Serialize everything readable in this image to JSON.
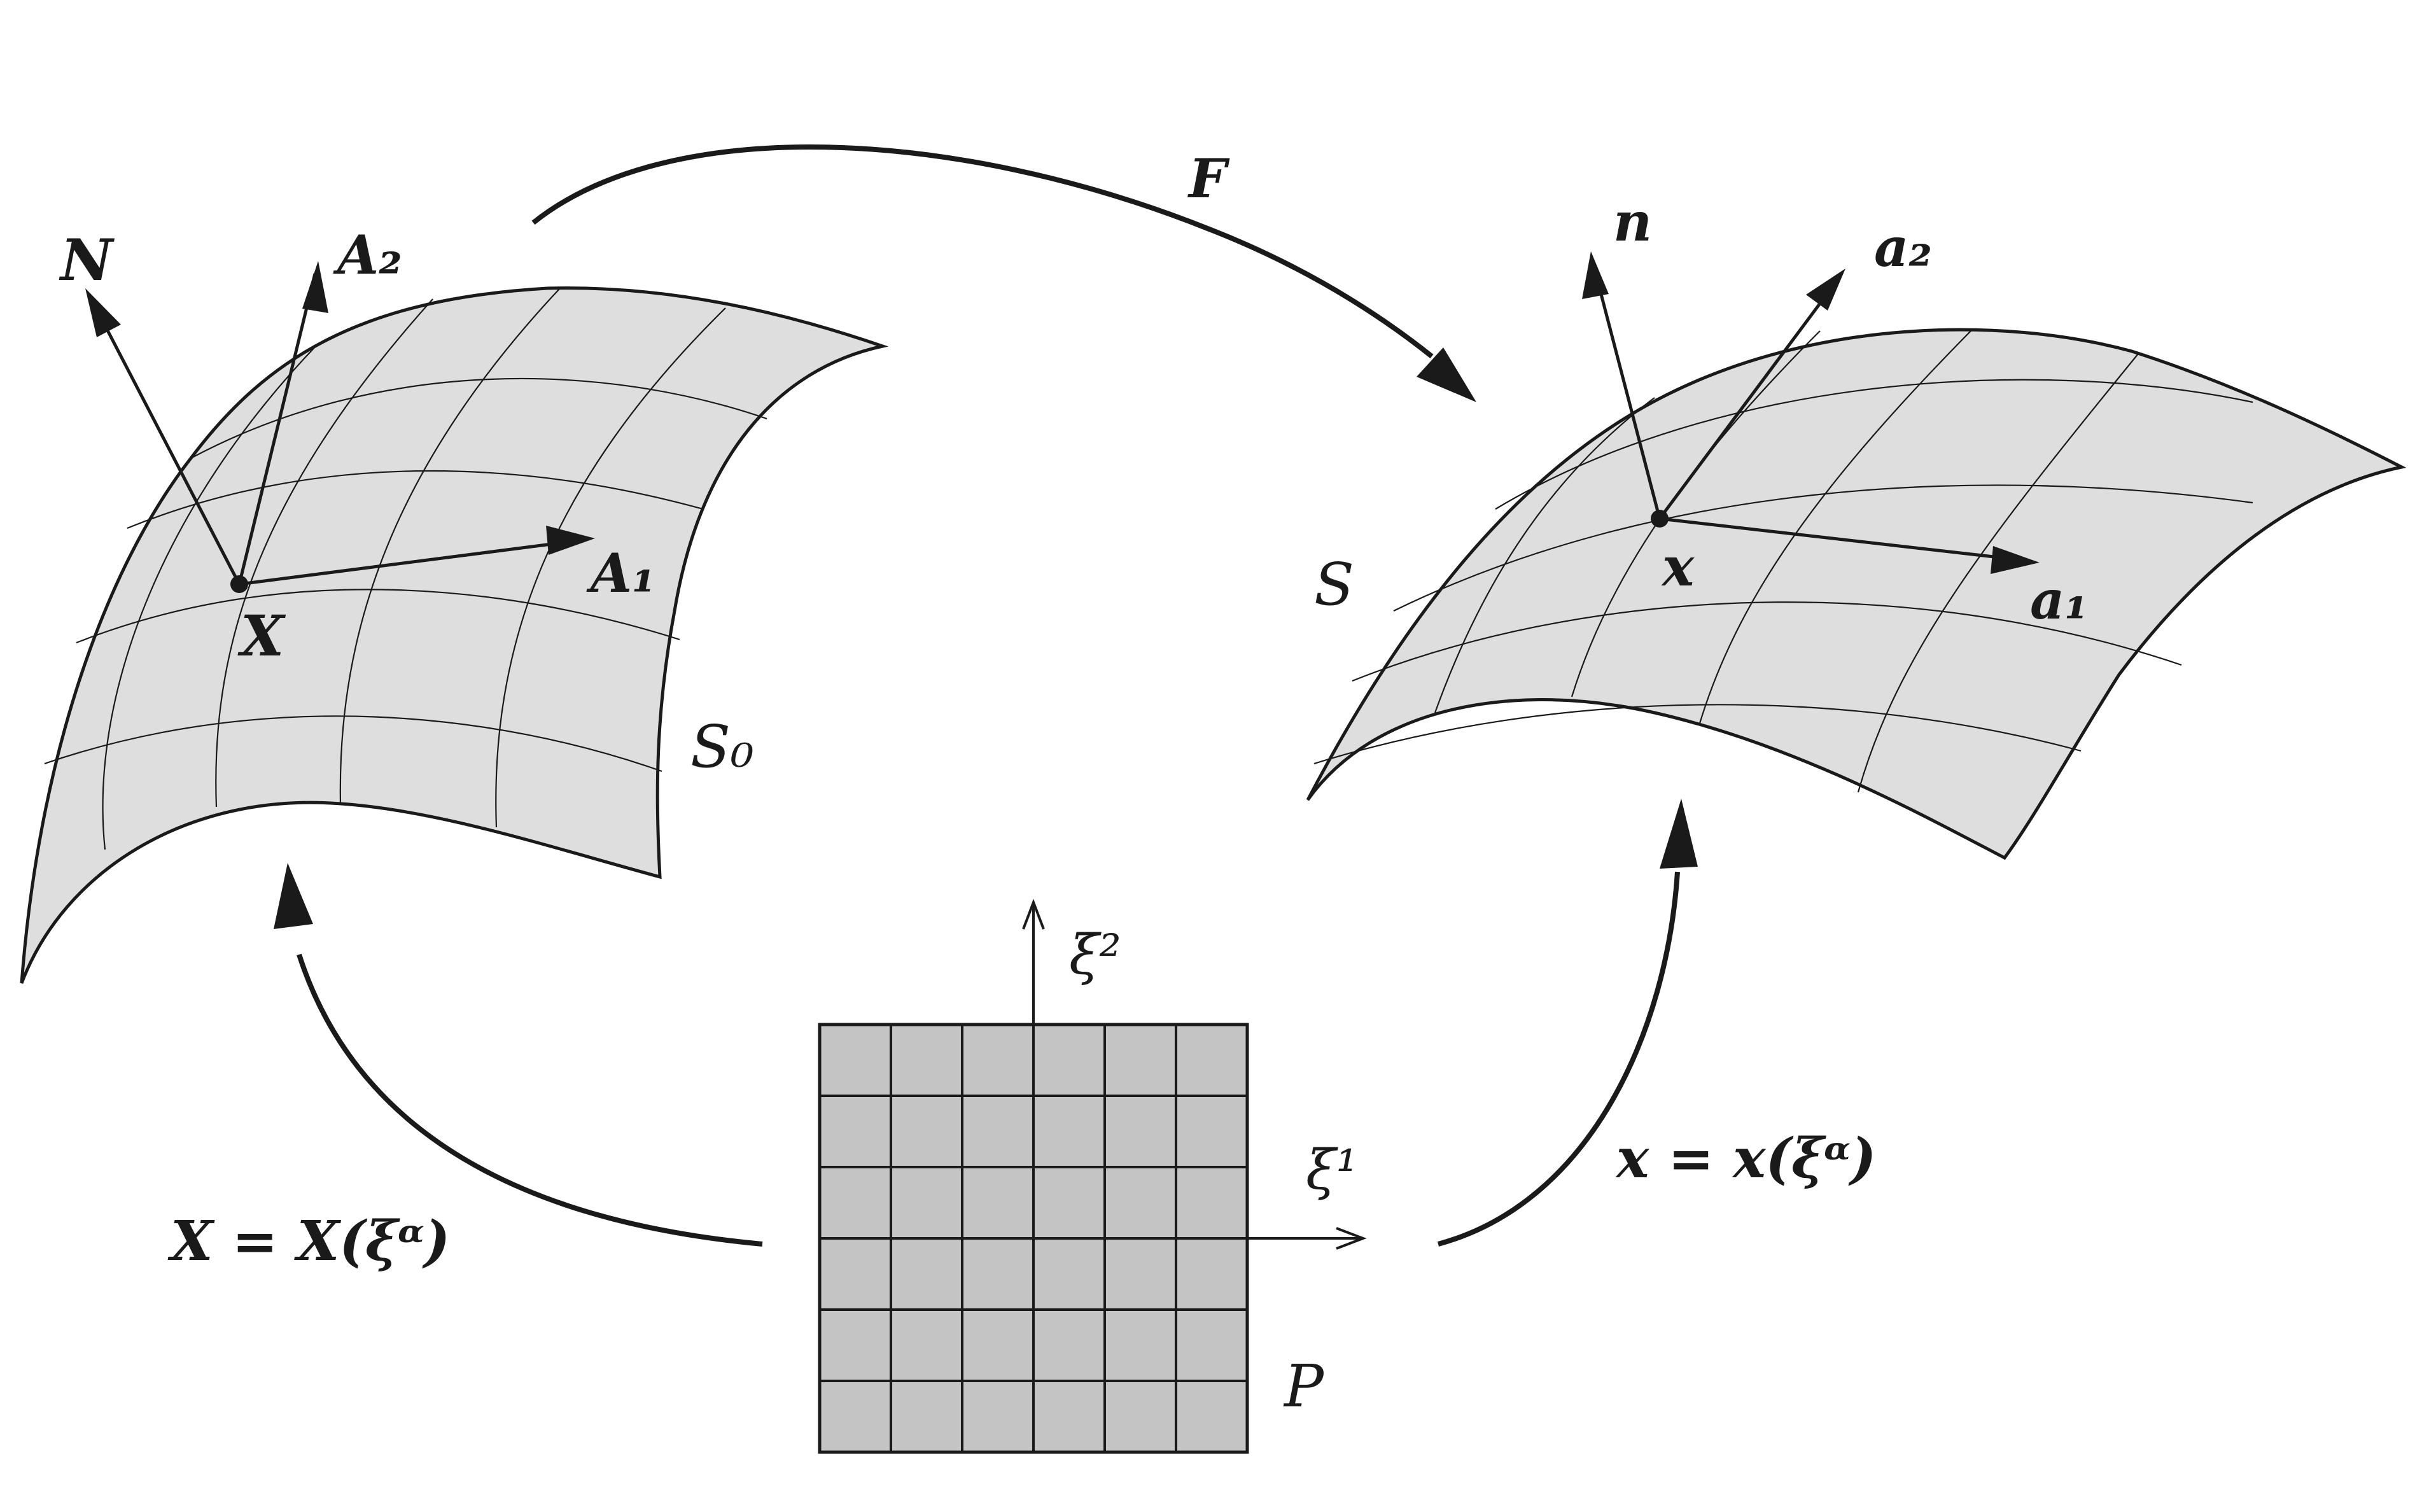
{
  "mapping_label": "F",
  "reference_surface": {
    "name": "S₀",
    "point": "X",
    "normal": "N",
    "tangent_1": "A₁",
    "tangent_2": "A₂",
    "fill_color": "#dedede"
  },
  "current_surface": {
    "name": "S",
    "point": "x",
    "normal": "n",
    "tangent_1": "a₁",
    "tangent_2": "a₂",
    "fill_color": "#dedede"
  },
  "parameter_domain": {
    "name": "P",
    "axis_1": "ξ¹",
    "axis_2": "ξ²",
    "fill_color": "#c4c4c4"
  },
  "reference_map": "X = X(ξᵅ)",
  "current_map": "x = x(ξᵅ)"
}
